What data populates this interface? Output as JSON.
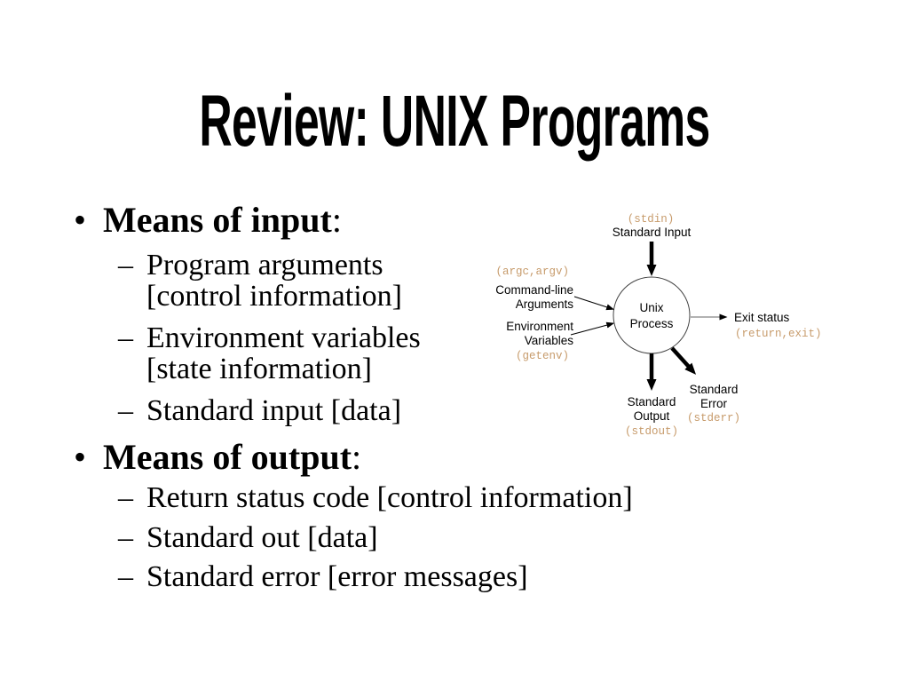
{
  "slide": {
    "title": "Review: UNIX Programs"
  },
  "bullets": {
    "marker": "•",
    "dash": "–",
    "input": {
      "label": "Means of input",
      "colon": ":",
      "items": [
        {
          "lines": [
            "Program arguments",
            "[control information]"
          ]
        },
        {
          "lines": [
            "Environment variables",
            "[state information]"
          ]
        },
        {
          "lines": [
            "Standard input [data]"
          ]
        }
      ]
    },
    "output": {
      "label": "Means of output",
      "colon": ":",
      "items": [
        {
          "lines": [
            "Return status code [control information]"
          ]
        },
        {
          "lines": [
            "Standard out [data]"
          ]
        },
        {
          "lines": [
            "Standard error [error messages]"
          ]
        }
      ]
    }
  },
  "diagram": {
    "node": {
      "line1": "Unix",
      "line2": "Process"
    },
    "stdin": {
      "code": "(stdin)",
      "label": "Standard Input"
    },
    "args": {
      "code": "(argc,argv)",
      "label1": "Command-line",
      "label2": "Arguments"
    },
    "env": {
      "label1": "Environment",
      "label2": "Variables",
      "code": "(getenv)"
    },
    "exit": {
      "label": "Exit status",
      "code": "(return,exit)"
    },
    "stdout": {
      "label1": "Standard",
      "label2": "Output",
      "code": "(stdout)"
    },
    "stderr": {
      "label1": "Standard",
      "label2": "Error",
      "code": "(stderr)"
    },
    "colors": {
      "code_text": "#c79b6b",
      "line": "#000000",
      "exit_line": "#666666"
    }
  }
}
